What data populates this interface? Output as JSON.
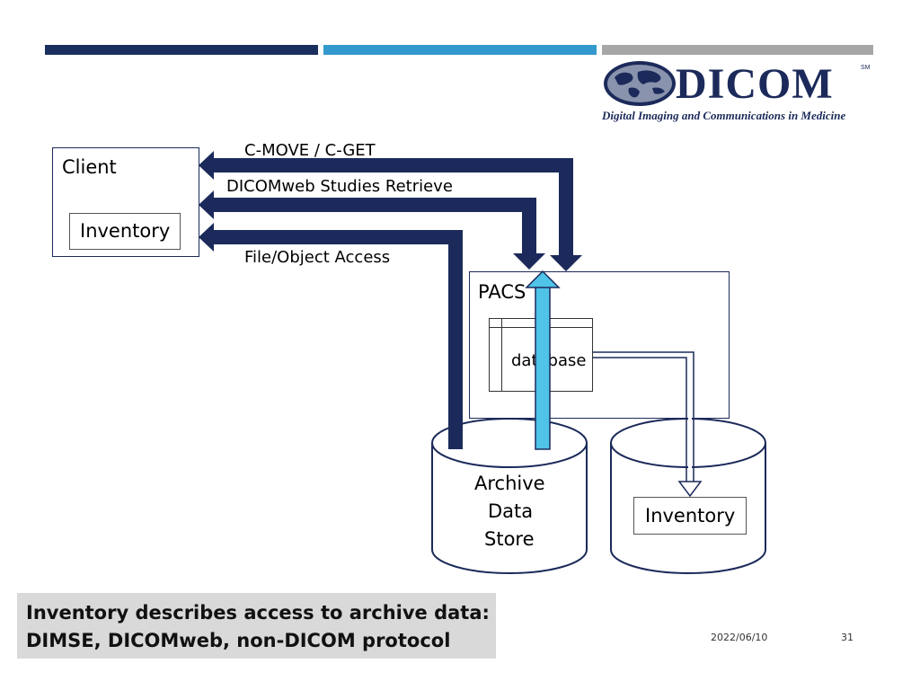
{
  "logo": {
    "word": "DICOM",
    "mark": "SM",
    "tagline": "Digital Imaging and Communications in Medicine",
    "icon": "globe-icon"
  },
  "colors": {
    "dark_blue": "#1b2f5e",
    "light_blue": "#3399cc",
    "cyan_arrow": "#4fc3e8",
    "gray": "#a6a6a6"
  },
  "diagram": {
    "client_label": "Client",
    "client_inventory": "Inventory",
    "arrow_labels": {
      "cmove": "C-MOVE / C-GET",
      "dicomweb": "DICOMweb Studies Retrieve",
      "file": "File/Object Access"
    },
    "pacs_label": "PACS",
    "database_label": "database",
    "archive_lines": [
      "Archive",
      "Data",
      "Store"
    ],
    "store_inventory": "Inventory"
  },
  "footer": {
    "line1": "Inventory describes access to archive data:",
    "line2": "DIMSE, DICOMweb, non-DICOM protocol",
    "date": "2022/06/10",
    "page": "31"
  }
}
